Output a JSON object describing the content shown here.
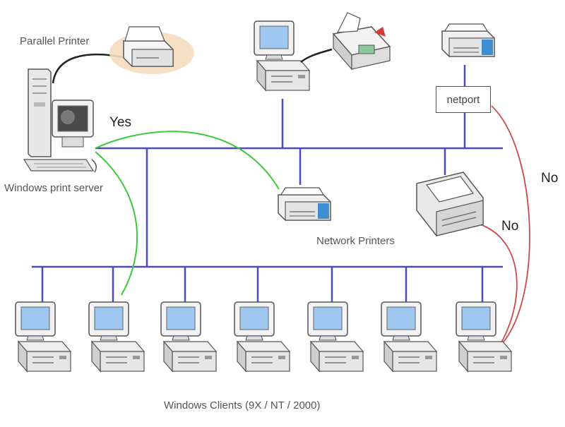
{
  "labels": {
    "parallel_printer": "Parallel Printer",
    "yes": "Yes",
    "windows_print_server": "Windows print server",
    "netport": "netport",
    "no_right": "No",
    "no_printer": "No",
    "network_printers": "Network Printers",
    "windows_clients": "Windows Clients (9X / NT / 2000)"
  },
  "colors": {
    "network_line": "#4b4bbf",
    "yes_line": "#3cc93c",
    "no_line": "#cc4a4a",
    "monitor_screen": "#9ec6ee"
  },
  "icons": {
    "server": "tower-computer-icon",
    "client": "desktop-computer-icon",
    "printer": "laser-printer-icon",
    "fax": "fax-machine-icon"
  }
}
